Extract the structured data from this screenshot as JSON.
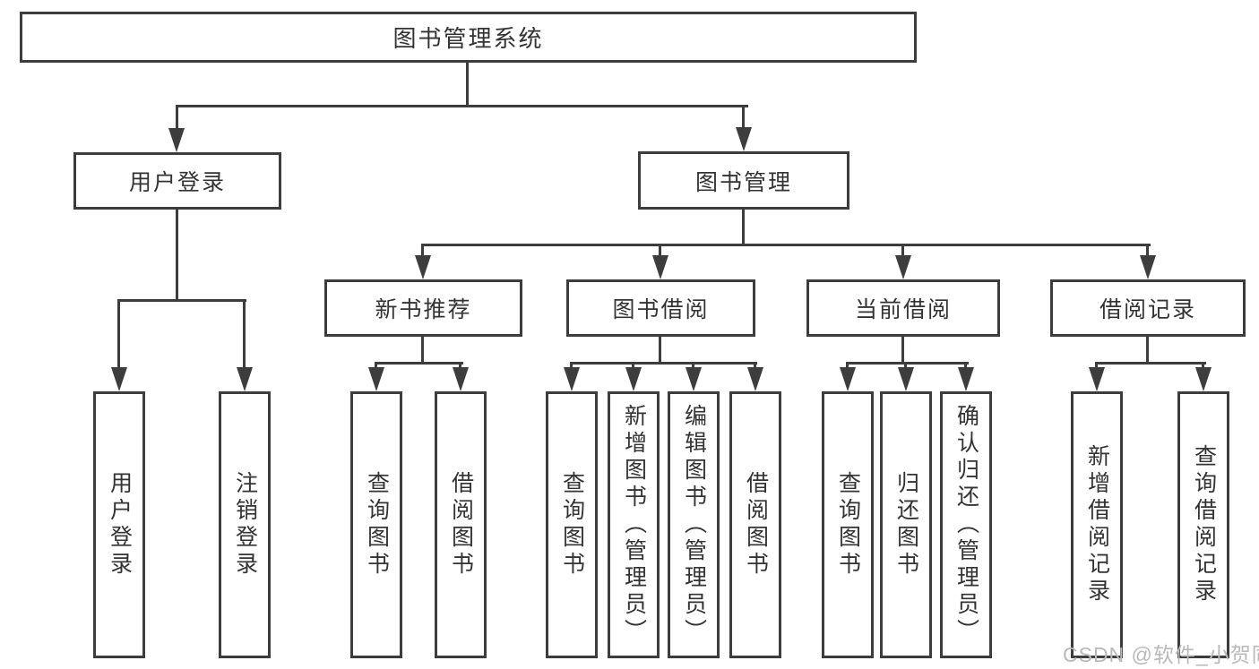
{
  "colors": {
    "line": "#3d3d3d",
    "text": "#333333",
    "watermark": "#b9b9b9",
    "background": "#ffffff"
  },
  "watermark": "CSDN @软件_小贺同学",
  "tree": {
    "root": "图书管理系统",
    "branches": [
      {
        "label": "用户登录",
        "leaves": [
          "用户登录",
          "注销登录"
        ]
      },
      {
        "label": "图书管理",
        "groups": [
          {
            "label": "新书推荐",
            "leaves": [
              "查询图书",
              "借阅图书"
            ]
          },
          {
            "label": "图书借阅",
            "leaves": [
              "查询图书",
              "新增图书（管理员）",
              "编辑图书（管理员）",
              "借阅图书"
            ]
          },
          {
            "label": "当前借阅",
            "leaves": [
              "查询图书",
              "归还图书",
              "确认归还（管理员）"
            ]
          },
          {
            "label": "借阅记录",
            "leaves": [
              "新增借阅记录",
              "查询借阅记录"
            ]
          }
        ]
      }
    ]
  }
}
